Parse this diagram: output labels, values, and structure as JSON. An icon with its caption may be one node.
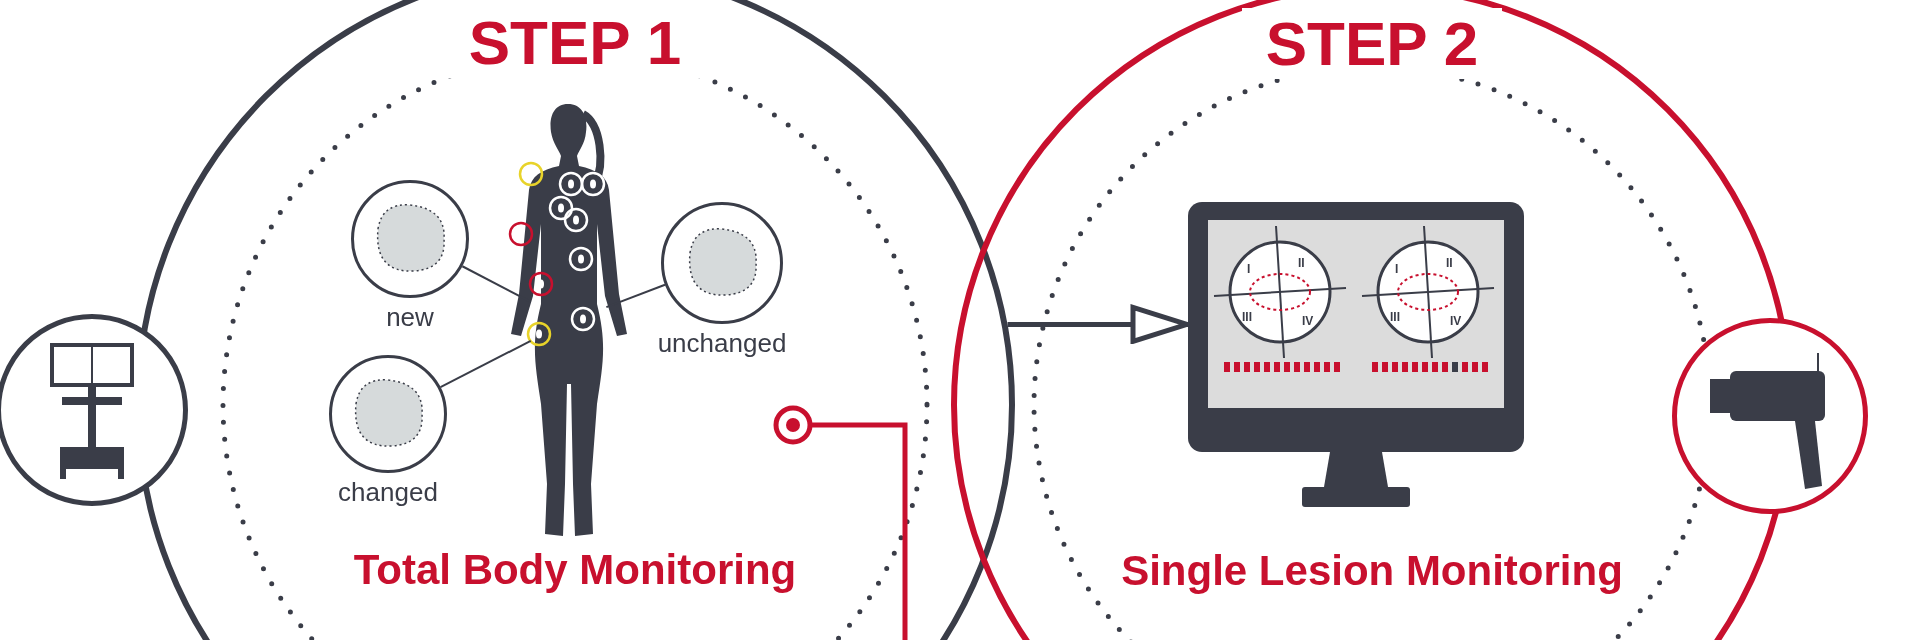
{
  "diagram": {
    "nodes": [
      {
        "text": [
          "STEP 1",
          "Total Body Monitoring"
        ]
      },
      {
        "text": [
          "STEP 2",
          "Single Lesion Monitoring"
        ]
      },
      {
        "text": [],
        "shape": "picture"
      },
      {
        "text": [],
        "shape": "picture"
      },
      {
        "text": [
          "new"
        ],
        "in": 0
      },
      {
        "text": [
          "changed"
        ],
        "in": 0
      },
      {
        "text": [
          "unchanged"
        ],
        "in": 0
      },
      {
        "text": [],
        "shape": "person",
        "in": 0
      },
      {
        "text": [],
        "shape": "picture",
        "in": 1
      }
    ],
    "edges": [
      {
        "from": 4,
        "to": 7,
        "arrow": "none"
      },
      {
        "from": 5,
        "to": 7,
        "arrow": "none"
      },
      {
        "from": 6,
        "to": 7,
        "arrow": "none"
      },
      {
        "from": 0,
        "to": 8,
        "arrow": "to",
        "style": "thick"
      }
    ],
    "labels": [
      "I",
      "II",
      "III",
      "IV",
      "I",
      "II",
      "III",
      "IV"
    ]
  }
}
